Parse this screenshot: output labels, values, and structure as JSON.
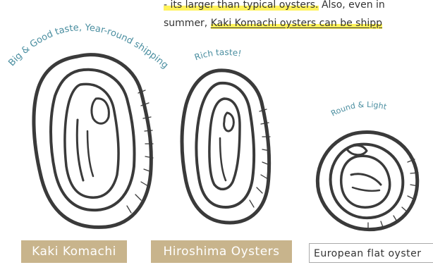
{
  "intro": {
    "line1_highlight": "- its larger than typical oysters.",
    "line1_rest": " Also, even in",
    "line2_prefix": "summer, ",
    "line2_highlight": "Kaki Komachi oysters can be shipp"
  },
  "oysters": {
    "kaki": {
      "caption": "Big & Good taste, Year-round shipping",
      "label": "Kaki Komachi"
    },
    "hiroshima": {
      "caption": "Rich taste!",
      "label": "Hiroshima Oysters"
    },
    "european": {
      "caption": "Round & Light",
      "label": "European flat oyster"
    }
  },
  "colors": {
    "highlight": "#fff25a",
    "label_bg": "#c8b48c",
    "caption_text": "#4a8ea0",
    "shell_ink": "#3a3a3a"
  }
}
